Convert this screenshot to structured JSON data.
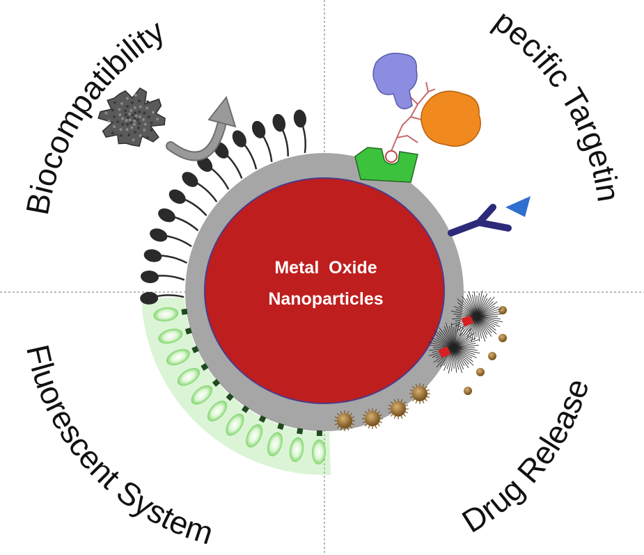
{
  "diagram": {
    "center_label_line1": "Metal  Oxide",
    "center_label_line2": "Nanoparticles",
    "quadrants": {
      "top_left": "Biocompatibility",
      "top_right": "Specific Targeting",
      "bottom_left": "Fluorescent System",
      "bottom_right": "Drug Release"
    }
  },
  "colors": {
    "core": "#bf1e1e",
    "core_outline": "#4a3a8c",
    "shell": "#a6a6a6",
    "ligand": "#2a2a2a",
    "fluorescent_glow": "#7fd66a",
    "receptor_green": "#3cc23c",
    "antibody": "#2d2a7a",
    "antigen": "#2f6fd0",
    "protein_purple": "#8c8ce0",
    "protein_orange": "#f08a1e",
    "drug_particle": "#a07838",
    "divider": "#8a8a8a"
  }
}
